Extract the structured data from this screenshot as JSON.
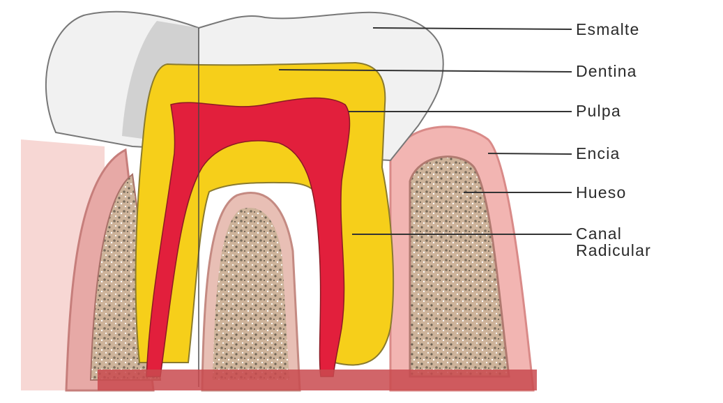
{
  "diagram": {
    "labels": [
      {
        "id": "esmalte",
        "text": "Esmalte"
      },
      {
        "id": "dentina",
        "text": "Dentina"
      },
      {
        "id": "pulpa",
        "text": "Pulpa"
      },
      {
        "id": "encia",
        "text": "Encia"
      },
      {
        "id": "hueso",
        "text": "Hueso"
      },
      {
        "id": "canal",
        "lines": [
          "Canal",
          "Radicular"
        ]
      }
    ],
    "colors": {
      "enamel": "#f1f1f1",
      "enamel_shadow": "#c9c9c9",
      "dentin": "#f6cf1a",
      "pulp": "#e21f3c",
      "gum": "#f2c0bd",
      "gum_dark": "#d98a88",
      "bone": "#cdb39a",
      "leader_line": "#333333"
    }
  }
}
